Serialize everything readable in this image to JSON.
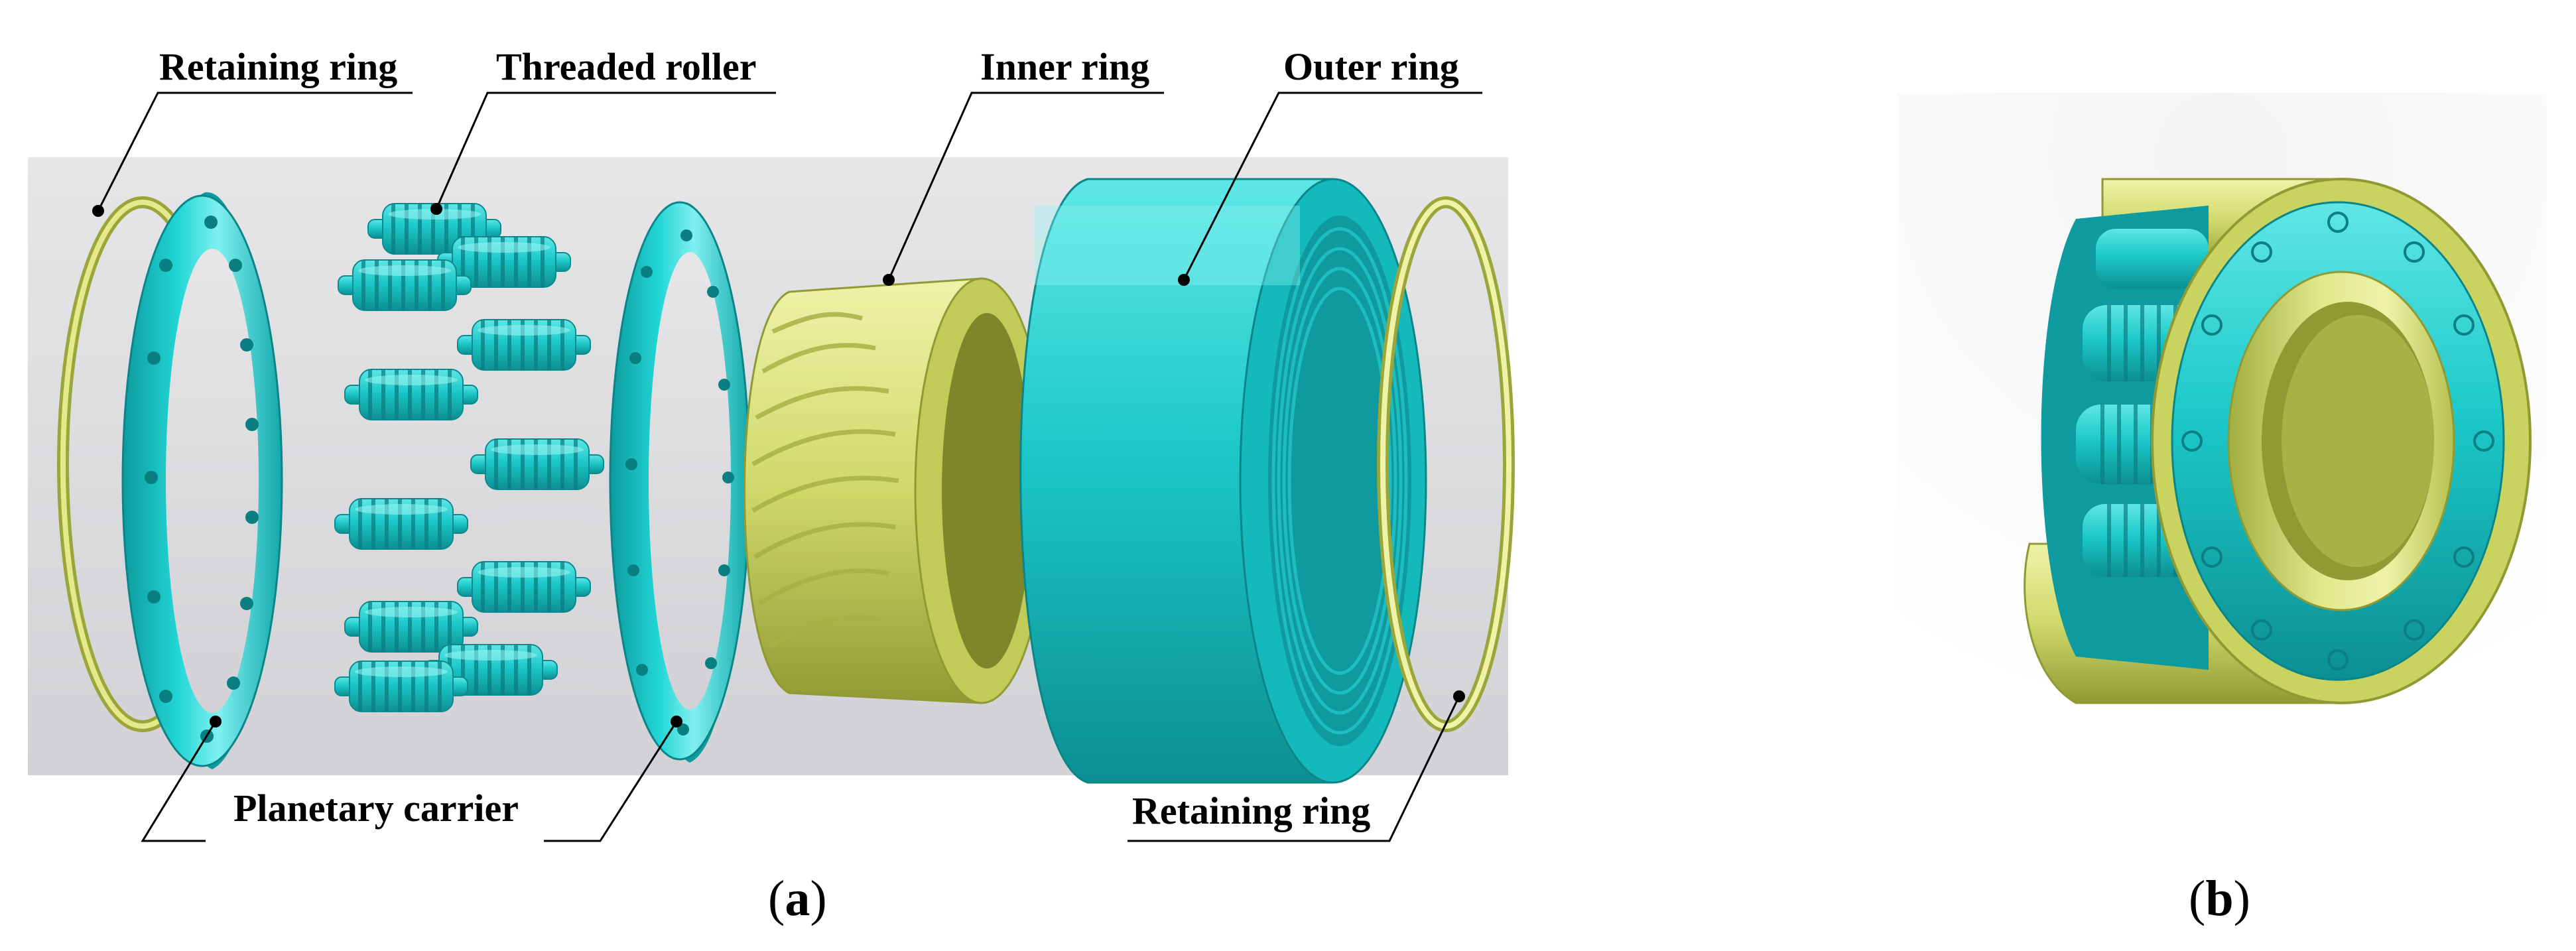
{
  "figure": {
    "panel_a": {
      "labels": {
        "retaining_ring_left": "Retaining ring",
        "threaded_roller": "Threaded roller",
        "inner_ring": "Inner ring",
        "outer_ring": "Outer ring",
        "planetary_carrier": "Planetary carrier",
        "retaining_ring_right": "Retaining ring"
      },
      "caption_open": "(",
      "caption_letter": "a",
      "caption_close": ")"
    },
    "panel_b": {
      "caption_open": "(",
      "caption_letter": "b",
      "caption_close": ")"
    }
  },
  "colors": {
    "teal": "#19c8c8",
    "teal_dark": "#0e9a9e",
    "teal_light": "#6eeaea",
    "yellow_green": "#cfd96a",
    "yellow_green_dark": "#9aa63a",
    "yellow_green_light": "#eef3a8",
    "panel_bg": "#dcdcdf"
  }
}
